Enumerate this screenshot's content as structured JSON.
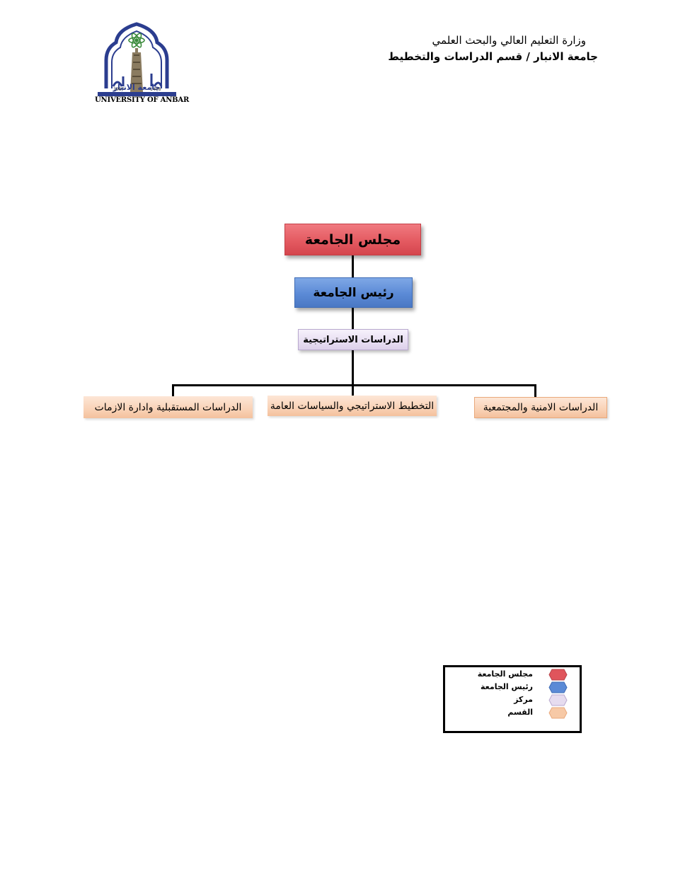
{
  "header": {
    "ministry": "وزارة التعليم العالي والبحث العلمي",
    "university_dept": "جامعة الانبار / قسم الدراسات والتخطيط"
  },
  "logo": {
    "caption": "UNIVERSITY OF ANBAR",
    "arabic_text": "جامعة الانبار",
    "year_left": "1987",
    "year_right": "1408"
  },
  "chart": {
    "council": "مجلس الجامعة",
    "president": "رئيس الجامعة",
    "center": "الدراسات الاستراتيجية",
    "departments": [
      "الدراسات الامنية والمجتمعية",
      "التخطيط الاستراتيجي والسياسات العامة",
      "الدراسات المستقبلية وادارة الازمات"
    ]
  },
  "legend": {
    "items": [
      {
        "label": "مجلس الجامعة",
        "color": "#e0555c"
      },
      {
        "label": "رئيس الجامعة",
        "color": "#5b8ad6"
      },
      {
        "label": "مركز",
        "color": "#e6dcef"
      },
      {
        "label": "القسم",
        "color": "#f7c9a6"
      }
    ]
  }
}
